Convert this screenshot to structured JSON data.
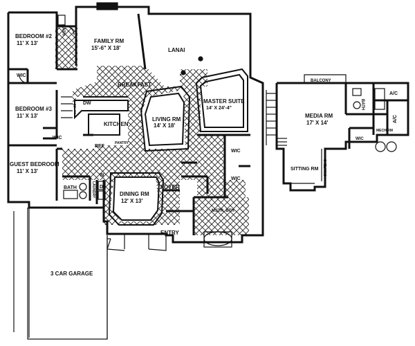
{
  "rooms": {
    "bedroom2": {
      "name": "BEDROOM #2",
      "dims": "11' X 13'"
    },
    "family": {
      "name": "FAMILY RM",
      "dims": "15'-6\" X 18'"
    },
    "lanai": {
      "name": "LANAI"
    },
    "bath_top": {
      "name": "BATH"
    },
    "wic_bed2": {
      "name": "WIC"
    },
    "breakfast": {
      "name": "BREAKFAST"
    },
    "master": {
      "name": "MASTER SUITE",
      "dims": "14' X 24'-4\""
    },
    "bedroom3": {
      "name": "BEDROOM #3",
      "dims": "11' X 13'"
    },
    "dw": {
      "name": "DW"
    },
    "kitchen": {
      "name": "KITCHEN"
    },
    "living": {
      "name": "LIVING RM",
      "dims": "14' X 18'"
    },
    "wic_bed3": {
      "name": "WIC"
    },
    "ref": {
      "name": "REF"
    },
    "pantry": {
      "name": "PANTRY"
    },
    "wic_master1": {
      "name": "WIC"
    },
    "wic_master2": {
      "name": "WIC"
    },
    "guest": {
      "name": "GUEST BEDROOM",
      "dims": "11' X 13'"
    },
    "bath_guest": {
      "name": "BATH"
    },
    "w": {
      "name": "W"
    },
    "d": {
      "name": "D"
    },
    "laundry": {
      "name": "LAUNDRY"
    },
    "dining": {
      "name": "DINING RM",
      "dims": "12' X 13'"
    },
    "foyer": {
      "name": "FOYER"
    },
    "mstr_bath": {
      "name": "MSTR. BTH"
    },
    "entry": {
      "name": "ENTRY"
    },
    "garage": {
      "name": "3 CAR GARAGE"
    },
    "balcony": {
      "name": "BALCONY"
    },
    "media": {
      "name": "MEDIA RM",
      "dims": "17' X 14'"
    },
    "bath_upper": {
      "name": "BATH"
    },
    "ac1": {
      "name": "A/C"
    },
    "ac2": {
      "name": "A/C"
    },
    "mech": {
      "name": "MECH RM"
    },
    "wic_upper": {
      "name": "WIC"
    },
    "sitting": {
      "name": "SITTING RM"
    },
    "shelving": {
      "name": "SHELVING"
    }
  }
}
